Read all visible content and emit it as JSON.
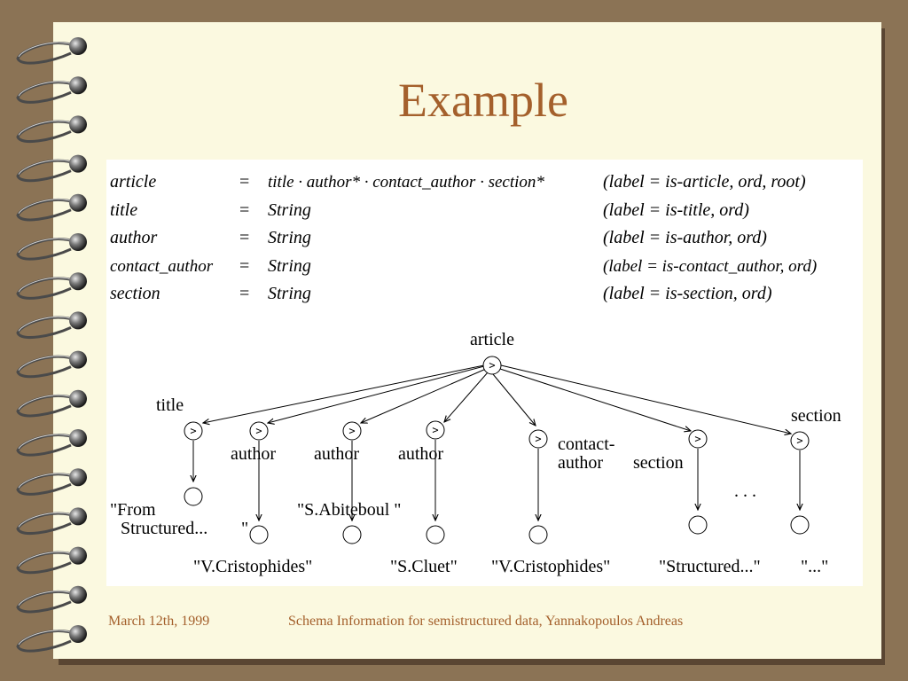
{
  "slide": {
    "title": "Example",
    "footer_date": "March 12th, 1999",
    "footer_subject": "Schema Information for semistructured data, Yannakopoulos Andreas"
  },
  "schema": {
    "rows": [
      {
        "lhs": "article",
        "eq": "=",
        "rhs": "title · author* · contact_author · section*",
        "label": "(label = is-article, ord, root)"
      },
      {
        "lhs": "title",
        "eq": "=",
        "rhs": "String",
        "label": "(label = is-title, ord)"
      },
      {
        "lhs": "author",
        "eq": "=",
        "rhs": "String",
        "label": "(label = is-author, ord)"
      },
      {
        "lhs": "contact_author",
        "eq": "=",
        "rhs": "String",
        "label": "(label = is-contact_author, ord)"
      },
      {
        "lhs": "section",
        "eq": "=",
        "rhs": "String",
        "label": "(label = is-section, ord)"
      }
    ]
  },
  "tree": {
    "root_label": "article",
    "ordered_symbol": ">",
    "ellipsis": ". . .",
    "labels": {
      "title": "title",
      "author1": "author",
      "author2": "author",
      "author3": "author",
      "contact_line1": "contact-",
      "contact_line2": "author",
      "section1": "section",
      "section2": "section"
    },
    "values": {
      "title_line1": "\"From",
      "title_line2": "Structured...",
      "author1_quote": "\"",
      "author1": "\"V.Cristophides\"",
      "author2": "\"S.Abiteboul \"",
      "author3": "\"S.Cluet\"",
      "contact": "\"V.Cristophides\"",
      "section1": "\"Structured...\"",
      "section2": "\"...\""
    }
  },
  "colors": {
    "background": "#8b7355",
    "page": "#fbf9e0",
    "accent": "#a4602c"
  }
}
